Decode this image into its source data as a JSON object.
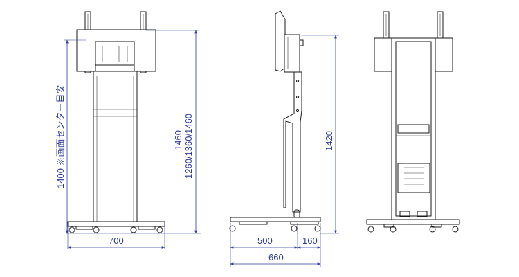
{
  "dimensions": {
    "screen_center_label": "1400 ※画面センター目安",
    "front_total_height_1": "1460",
    "front_total_height_2": "1260/1360/1460",
    "front_base_width": "700",
    "side_height": "1420",
    "side_base_depth": "500",
    "side_foot_offset": "160",
    "side_total_depth": "660"
  },
  "colors": {
    "dimension_line": "#2b3a9c",
    "outline": "#1a1a1a"
  }
}
